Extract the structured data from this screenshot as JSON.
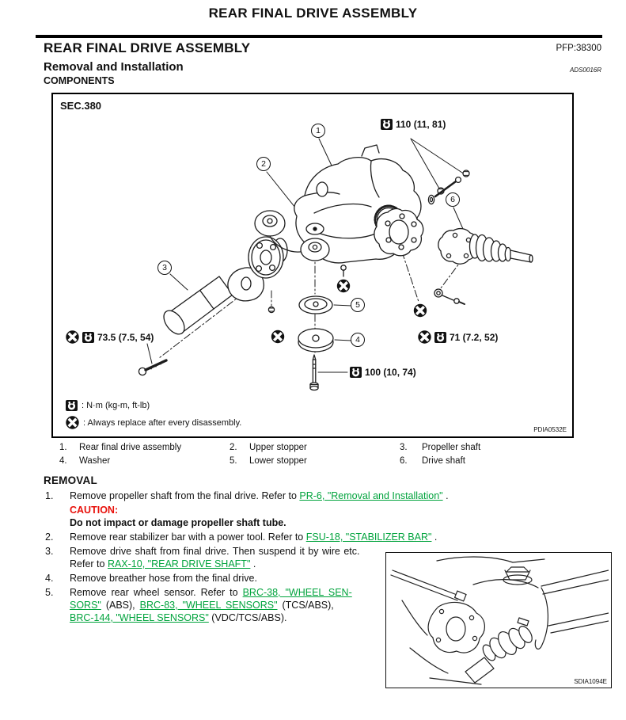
{
  "page": {
    "top_title": "REAR FINAL DRIVE ASSEMBLY"
  },
  "header": {
    "title": "REAR FINAL DRIVE ASSEMBLY",
    "pfp": "PFP:38300"
  },
  "subheader": {
    "title": "Removal and Installation",
    "code": "ADS0016R"
  },
  "components": {
    "heading": "COMPONENTS"
  },
  "diagram": {
    "sec_label": "SEC.380",
    "figure_id": "PDIA0532E",
    "callouts": [
      "1",
      "2",
      "3",
      "4",
      "5",
      "6"
    ],
    "torque_top": "110 (11, 81)",
    "torque_left": "73.5 (7.5, 54)",
    "torque_right": "71 (7.2, 52)",
    "torque_bottom": "100 (10, 74)",
    "legend_torque": ": N·m (kg-m, ft-lb)",
    "legend_replace": ": Always replace after every disassembly."
  },
  "parts": {
    "p1_num": "1.",
    "p1": "Rear final drive assembly",
    "p2_num": "2.",
    "p2": "Upper stopper",
    "p3_num": "3.",
    "p3": "Propeller shaft",
    "p4_num": "4.",
    "p4": "Washer",
    "p5_num": "5.",
    "p5": "Lower stopper",
    "p6_num": "6.",
    "p6": "Drive shaft"
  },
  "removal": {
    "heading": "REMOVAL",
    "step1_num": "1.",
    "step1_text": "Remove propeller shaft from the final drive. Refer to ",
    "step1_link": "PR-6, \"Removal and Installation\"",
    "step1_end": " .",
    "caution_label": "CAUTION:",
    "caution_text": "Do not impact or damage propeller shaft tube.",
    "step2_num": "2.",
    "step2_text": "Remove rear stabilizer bar with a power tool. Refer to ",
    "step2_link": "FSU-18, \"STABILIZER BAR\"",
    "step2_end": " .",
    "step3_num": "3.",
    "step3_line1": "Remove drive shaft from final drive. Then suspend it by wire etc.",
    "step3_pre": "Refer to ",
    "step3_link": "RAX-10, \"REAR DRIVE SHAFT\"",
    "step3_end": " .",
    "step4_num": "4.",
    "step4_text": "Remove breather hose from the final drive.",
    "step5_num": "5.",
    "step5_pre": "Remove rear wheel sensor. Refer to ",
    "step5_link1a": "BRC-38, \"WHEEL SEN-",
    "step5_link1b": "SORS\"",
    "step5_mid1": " (ABS), ",
    "step5_link2": "BRC-83, \"WHEEL SENSORS\"",
    "step5_mid2": " (TCS/ABS),",
    "step5_link3": "BRC-144, \"WHEEL SENSORS\"",
    "step5_end": " (VDC/TCS/ABS).",
    "colors": {
      "link_green": "#00A33C",
      "caution_red": "#E8110B"
    }
  },
  "figure2": {
    "id": "SDIA1094E"
  }
}
